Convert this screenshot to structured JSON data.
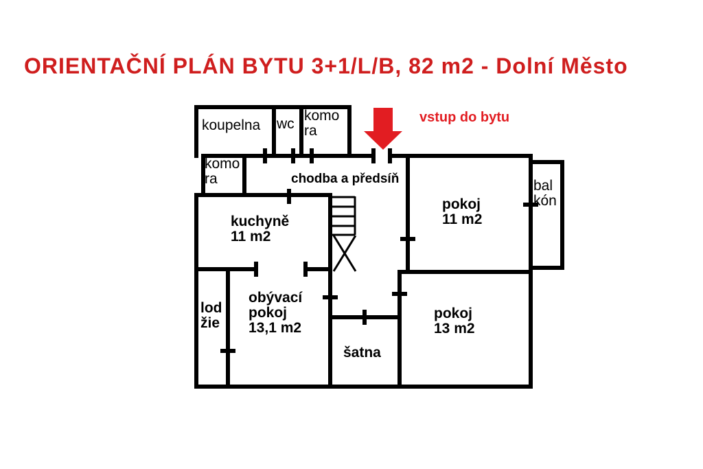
{
  "title": "ORIENTAČNÍ PLÁN BYTU 3+1/L/B, 82 m2 - Dolní Město",
  "entrance": {
    "label": "vstup do bytu"
  },
  "rooms": {
    "koupelna": {
      "name": "koupelna"
    },
    "wc": {
      "name": "wc"
    },
    "komora_top": {
      "lines": [
        "komo",
        "ra"
      ]
    },
    "komora_left": {
      "lines": [
        "komo",
        "ra"
      ]
    },
    "chodba": {
      "name": "chodba a předsíň"
    },
    "pokoj_11": {
      "lines": [
        "pokoj",
        "11 m2"
      ]
    },
    "balkon": {
      "lines": [
        "bal",
        "kón"
      ]
    },
    "kuchyne": {
      "lines": [
        "kuchyně",
        "11 m2"
      ]
    },
    "lodzie": {
      "lines": [
        "lod",
        "žie"
      ]
    },
    "obyvaci_pokoj": {
      "lines": [
        "obývací",
        "pokoj",
        "13,1 m2"
      ]
    },
    "satna": {
      "name": "šatna"
    },
    "pokoj_13": {
      "lines": [
        "pokoj",
        "13 m2"
      ]
    }
  },
  "colors": {
    "accent_red": "#cf1e1e",
    "arrow_red": "#e21d22",
    "wall": "#000000",
    "background": "#ffffff"
  }
}
